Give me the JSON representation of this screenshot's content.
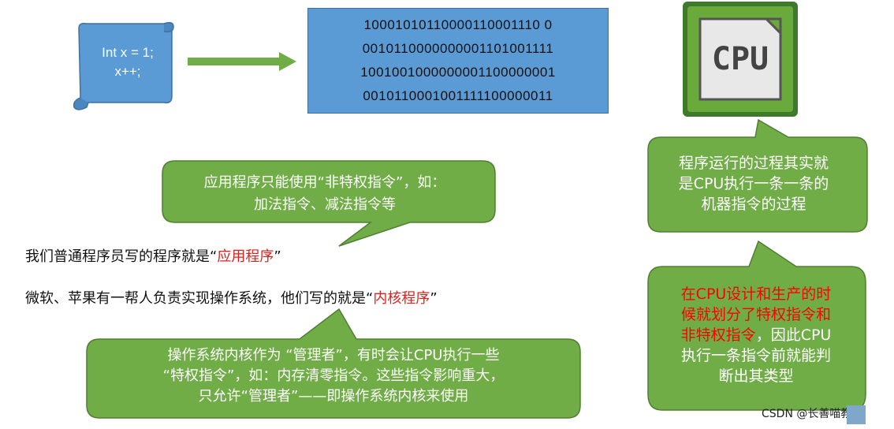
{
  "code": {
    "lines": [
      "Int x = 1;",
      "x++;"
    ]
  },
  "binary": {
    "lines": [
      "10001010110000110001110 0",
      "0010110000000001101001111",
      "1001001000000001100000001",
      "0010110001001111100000011"
    ]
  },
  "cpu": {
    "label": "CPU"
  },
  "callout_app": {
    "line1": "应用程序只能使用“非特权指令”，如：",
    "line2": "加法指令、减法指令等"
  },
  "callout_process": {
    "line1": "程序运行的过程其实就",
    "line2": "是CPU执行一条一条的",
    "line3": "机器指令的过程"
  },
  "callout_design": {
    "line1": "在CPU设计和生产的时",
    "line2": "候就划分了特权指令和",
    "line3": "非特权指令",
    "line3_suffix": "，因此CPU",
    "line4": "执行一条指令前就能判",
    "line5": "断出其类型"
  },
  "callout_kernel": {
    "line1": "操作系统内核作为 “管理者”，有时会让CPU执行一些",
    "line2": "“特权指令”，如：内存清零指令。这些指令影响重大，",
    "line3": "只允许“管理者”——即操作系统内核来使用"
  },
  "sentence1": {
    "prefix": "我们普通程序员写的程序就是“",
    "highlight": "应用程序",
    "suffix": "”"
  },
  "sentence2": {
    "prefix": "微软、苹果有一帮人负责实现操作系统，他们写的就是“",
    "highlight": "内核程序",
    "suffix": "”"
  },
  "credit": "CSDN @长善喵教头",
  "colors": {
    "callout_green": "#70ad47",
    "callout_border": "#507e32",
    "binary_blue": "#5b9bd5",
    "highlight_red": "#e0201a",
    "cpu_green": "#6aaa3a"
  }
}
